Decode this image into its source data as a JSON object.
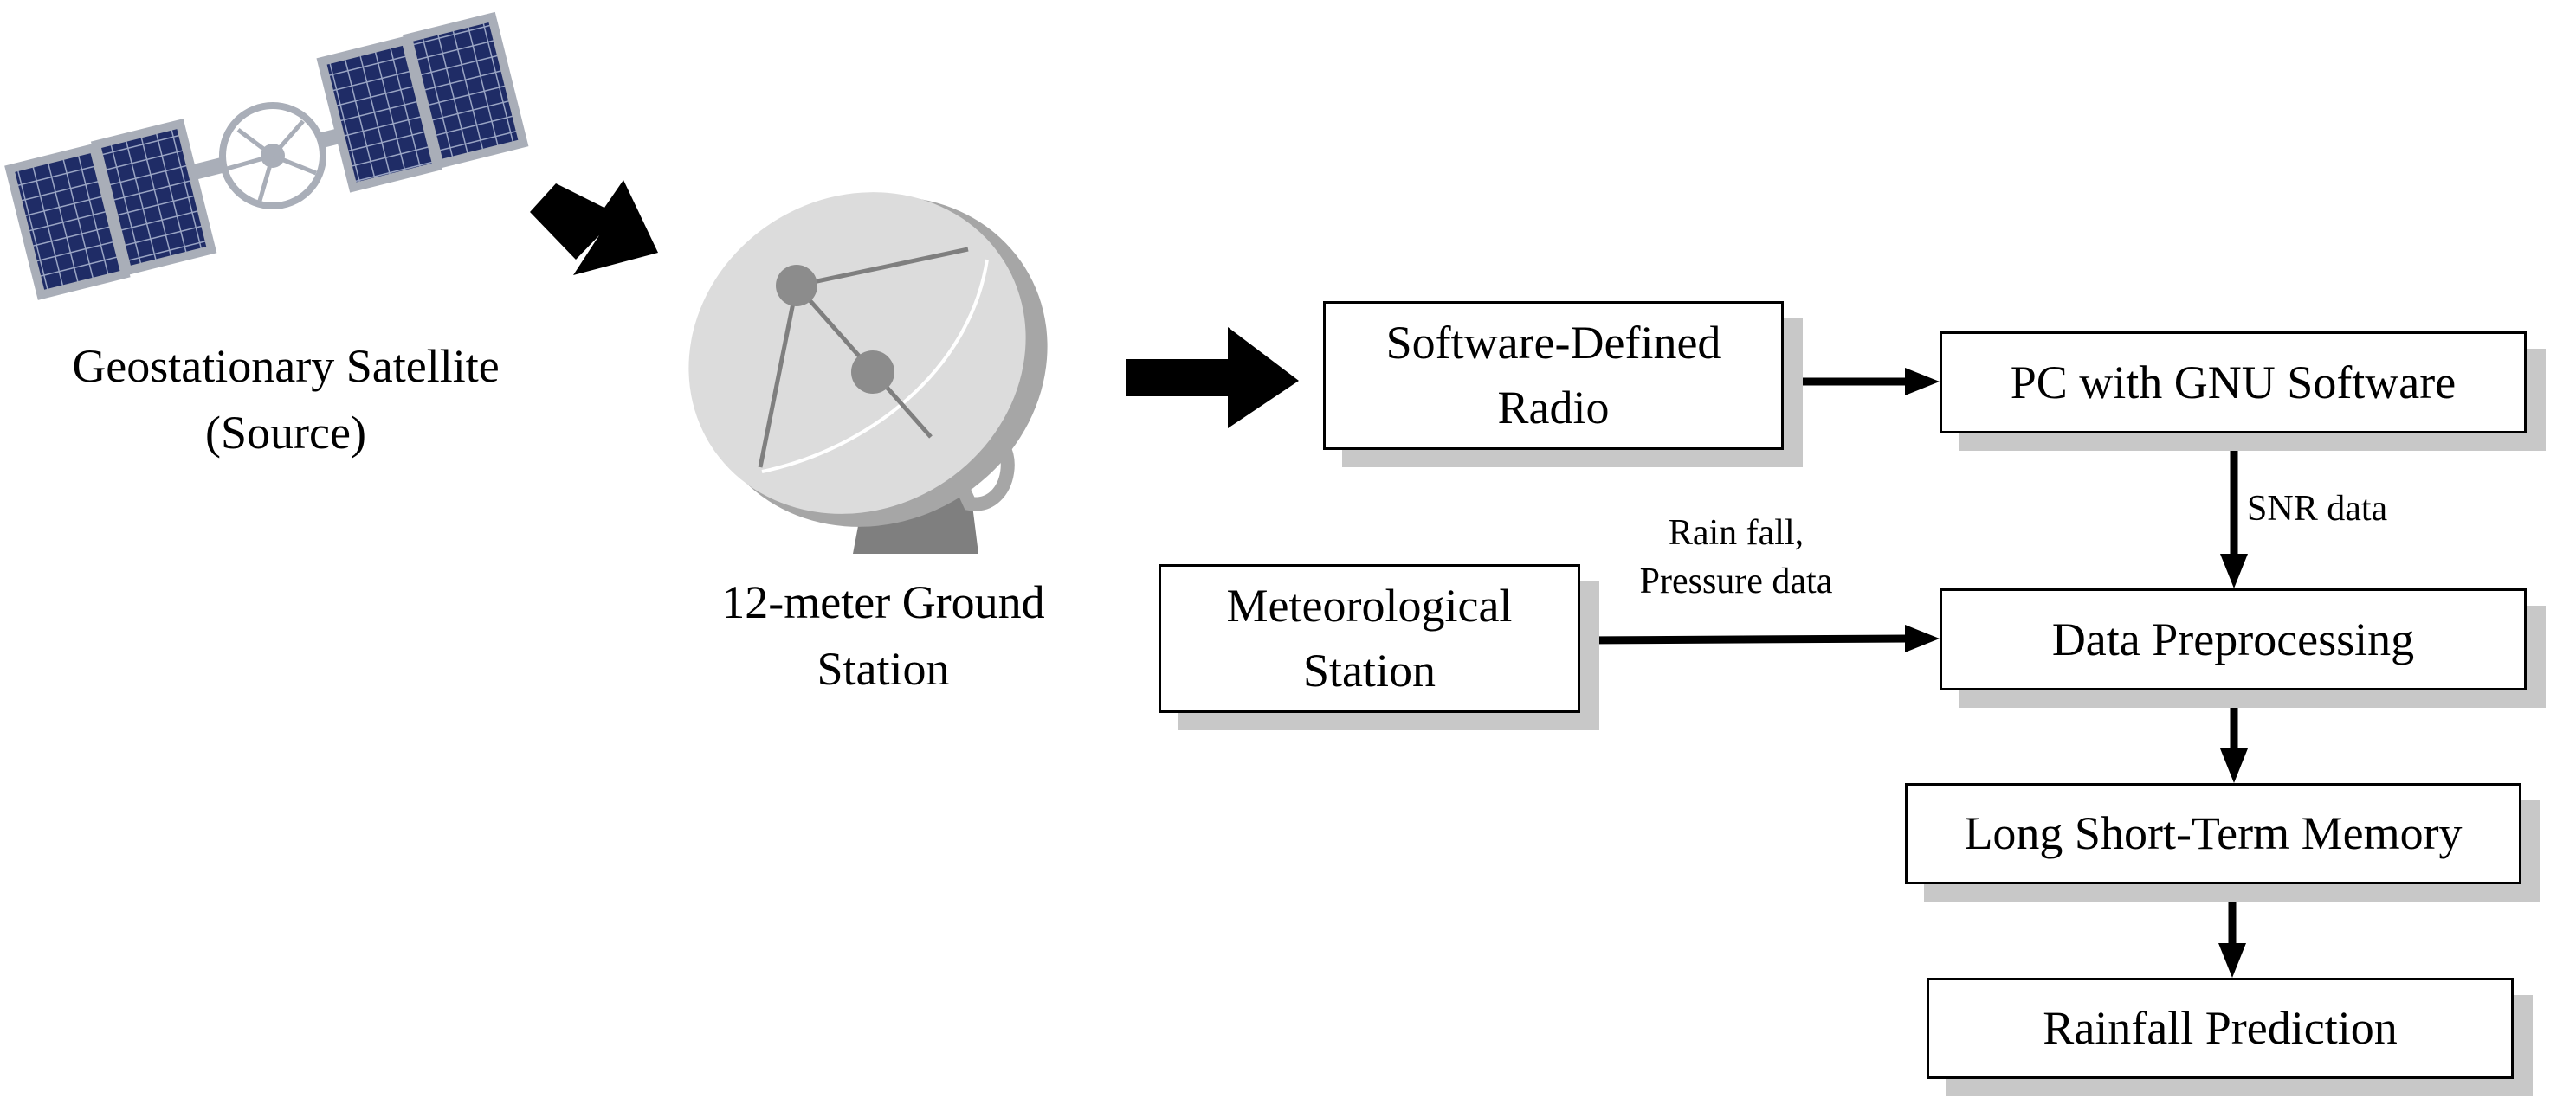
{
  "colors": {
    "panel_fill": "#1f2c66",
    "panel_frame": "#a9aeb8",
    "panel_grid": "#9aa5c4",
    "dish_fill": "#dcdcdc",
    "dish_shadow": "#a6a6a6",
    "mount_fill": "#7f7f7f",
    "box_shadow": "#c8c8c8",
    "arrow": "#000000"
  },
  "icons": {
    "satellite": "satellite-icon",
    "ground_station": "satellite-dish-icon"
  },
  "satellite": {
    "label_line1": "Geostationary Satellite",
    "label_line2": "(Source)"
  },
  "ground_station": {
    "label_line1": "12-meter Ground",
    "label_line2": "Station"
  },
  "nodes": {
    "sdr": {
      "line1": "Software-Defined",
      "line2": "Radio"
    },
    "pc": {
      "label": "PC with GNU Software"
    },
    "met": {
      "line1": "Meteorological",
      "line2": "Station"
    },
    "prep": {
      "label": "Data Preprocessing"
    },
    "lstm": {
      "label": "Long Short-Term Memory"
    },
    "pred": {
      "label": "Rainfall Prediction"
    }
  },
  "edges": {
    "pc_to_prep": "SNR data",
    "met_to_prep_line1": "Rain fall,",
    "met_to_prep_line2": "Pressure data"
  }
}
